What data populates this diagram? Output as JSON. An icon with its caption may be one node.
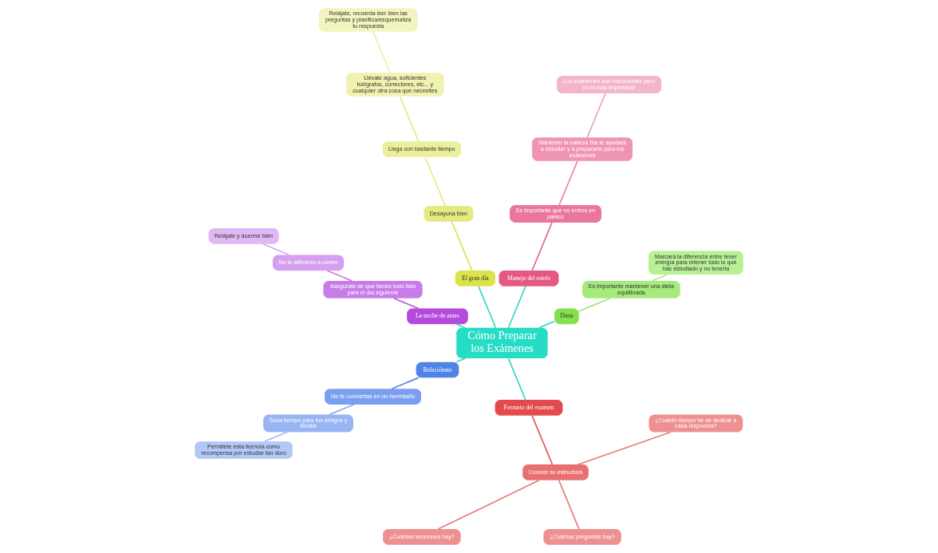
{
  "diagram": {
    "nodes": [
      {
        "text": [
          "Cómo Preparar los Exámenes"
        ]
      },
      {
        "text": [
          "Dieta"
        ]
      },
      {
        "text": [
          "Es importante mantener una dieta equilibrada"
        ]
      },
      {
        "text": [
          "Marcará la diferencia entre tener energía para retener todo lo que has estudiado y no tenerla"
        ]
      },
      {
        "text": [
          "Manejo del estrés"
        ]
      },
      {
        "text": [
          "Es importante que no entres en pánico"
        ]
      },
      {
        "text": [
          "Mantener la cabeza fria te ayudará a estudiar y a prepararte para los exámenes"
        ]
      },
      {
        "text": [
          "Los exámenes son importantes pero no lo más importante"
        ]
      },
      {
        "text": [
          "El gran día"
        ]
      },
      {
        "text": [
          "Desayuna bien"
        ]
      },
      {
        "text": [
          "Llega con bastante tiempo"
        ]
      },
      {
        "text": [
          "Llévate agua, suficientes bolígrafos, correctores, etc... y cualquier otra cosa que necesites"
        ]
      },
      {
        "text": [
          "Relájate, recuerda leer bien las preguntas y planifica/esquematiza tu respuesta"
        ]
      },
      {
        "text": [
          "La noche de antes"
        ]
      },
      {
        "text": [
          "Asegúrate de que tienes todo listo para el día siguiente"
        ]
      },
      {
        "text": [
          "No te atiborres a comer"
        ]
      },
      {
        "text": [
          "Relájate y duerme bien"
        ]
      },
      {
        "text": [
          "Relaciónate"
        ]
      },
      {
        "text": [
          "No te conviertas en un hermitaño"
        ]
      },
      {
        "text": [
          "Saca tiempo para tus amigos y familia"
        ]
      },
      {
        "text": [
          "Permitete esta licencia como recompensa por estudiar tan duro"
        ]
      },
      {
        "text": [
          "Formato del examen"
        ]
      },
      {
        "text": [
          "Conoce su estructura"
        ]
      },
      {
        "text": [
          "¿Cuántas secciones hay?"
        ]
      },
      {
        "text": [
          "¿Cuántas preguntas hay?"
        ]
      },
      {
        "text": [
          "¿Cuánto tiempo he de dedicar a cada respuesta?"
        ]
      }
    ],
    "edges": [
      {
        "from": 0,
        "to": 1,
        "arrow": "none",
        "color": "#2ed9c3"
      },
      {
        "from": 1,
        "to": 2,
        "arrow": "none",
        "color": "#a4e87a"
      },
      {
        "from": 2,
        "to": 3,
        "arrow": "none",
        "color": "#b4ec8e"
      },
      {
        "from": 0,
        "to": 4,
        "arrow": "none",
        "color": "#2ed9c3"
      },
      {
        "from": 4,
        "to": 5,
        "arrow": "none",
        "color": "#e4608a"
      },
      {
        "from": 5,
        "to": 6,
        "arrow": "none",
        "color": "#ec7fa3"
      },
      {
        "from": 6,
        "to": 7,
        "arrow": "none",
        "color": "#f09ebb"
      },
      {
        "from": 0,
        "to": 8,
        "arrow": "none",
        "color": "#2ed9c3"
      },
      {
        "from": 8,
        "to": 9,
        "arrow": "none",
        "color": "#d8e24c"
      },
      {
        "from": 9,
        "to": 10,
        "arrow": "none",
        "color": "#e4ea86"
      },
      {
        "from": 10,
        "to": 11,
        "arrow": "none",
        "color": "#e4ea86"
      },
      {
        "from": 11,
        "to": 12,
        "arrow": "none",
        "color": "#eef0a8"
      },
      {
        "from": 0,
        "to": 13,
        "arrow": "none",
        "color": "#2ed9c3"
      },
      {
        "from": 13,
        "to": 14,
        "arrow": "none",
        "color": "#b54fdc"
      },
      {
        "from": 14,
        "to": 15,
        "arrow": "none",
        "color": "#c77ee6"
      },
      {
        "from": 15,
        "to": 16,
        "arrow": "none",
        "color": "#d8a6ee"
      },
      {
        "from": 0,
        "to": 17,
        "arrow": "none",
        "color": "#2ed9c3"
      },
      {
        "from": 17,
        "to": 18,
        "arrow": "none",
        "color": "#5b86e0"
      },
      {
        "from": 18,
        "to": 19,
        "arrow": "none",
        "color": "#86a6ec"
      },
      {
        "from": 19,
        "to": 20,
        "arrow": "none",
        "color": "#a4bcf0"
      },
      {
        "from": 0,
        "to": 21,
        "arrow": "none",
        "color": "#2ed9c3"
      },
      {
        "from": 21,
        "to": 22,
        "arrow": "none",
        "color": "#e35656"
      },
      {
        "from": 22,
        "to": 23,
        "arrow": "none",
        "color": "#e97a7a"
      },
      {
        "from": 22,
        "to": 24,
        "arrow": "none",
        "color": "#e97a7a"
      },
      {
        "from": 22,
        "to": 25,
        "arrow": "none",
        "color": "#e97a7a"
      }
    ]
  }
}
